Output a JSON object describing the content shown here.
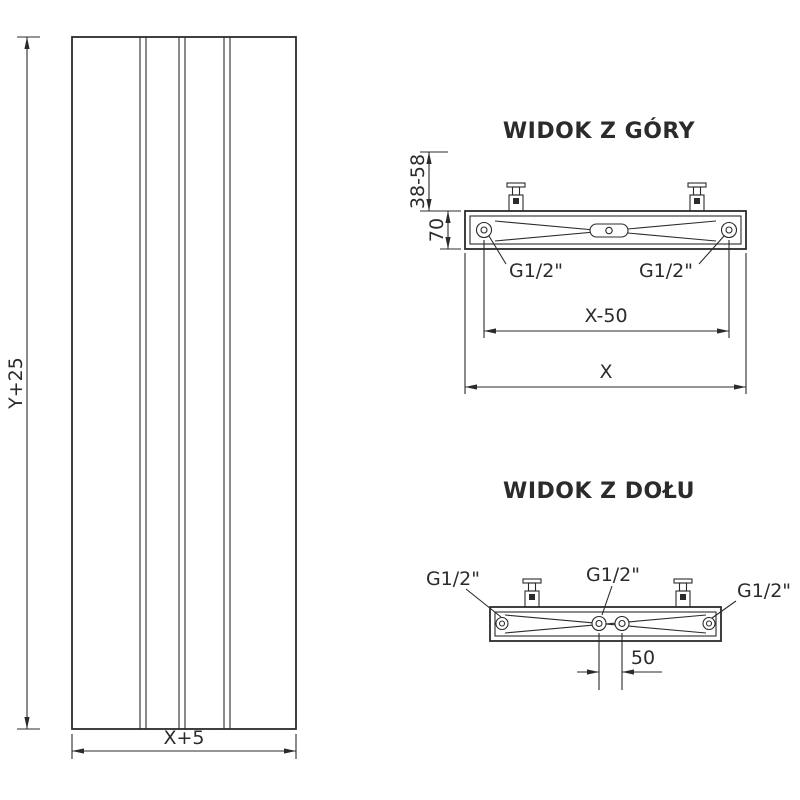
{
  "colors": {
    "line": "#2b2b2b",
    "background": "#ffffff"
  },
  "front_view": {
    "height_dim": "Y+25",
    "width_dim": "X+5"
  },
  "top_view": {
    "title": "WIDOK Z GÓRY",
    "wall_distance_dim": "38-58",
    "depth_dim": "70",
    "left_connection": "G1/2\"",
    "right_connection": "G1/2\"",
    "connection_spacing_dim": "X-50",
    "width_dim": "X"
  },
  "bottom_view": {
    "title": "WIDOK Z DOŁU",
    "left_connection": "G1/2\"",
    "center_connection": "G1/2\"",
    "right_connection": "G1/2\"",
    "center_spacing_dim": "50"
  }
}
